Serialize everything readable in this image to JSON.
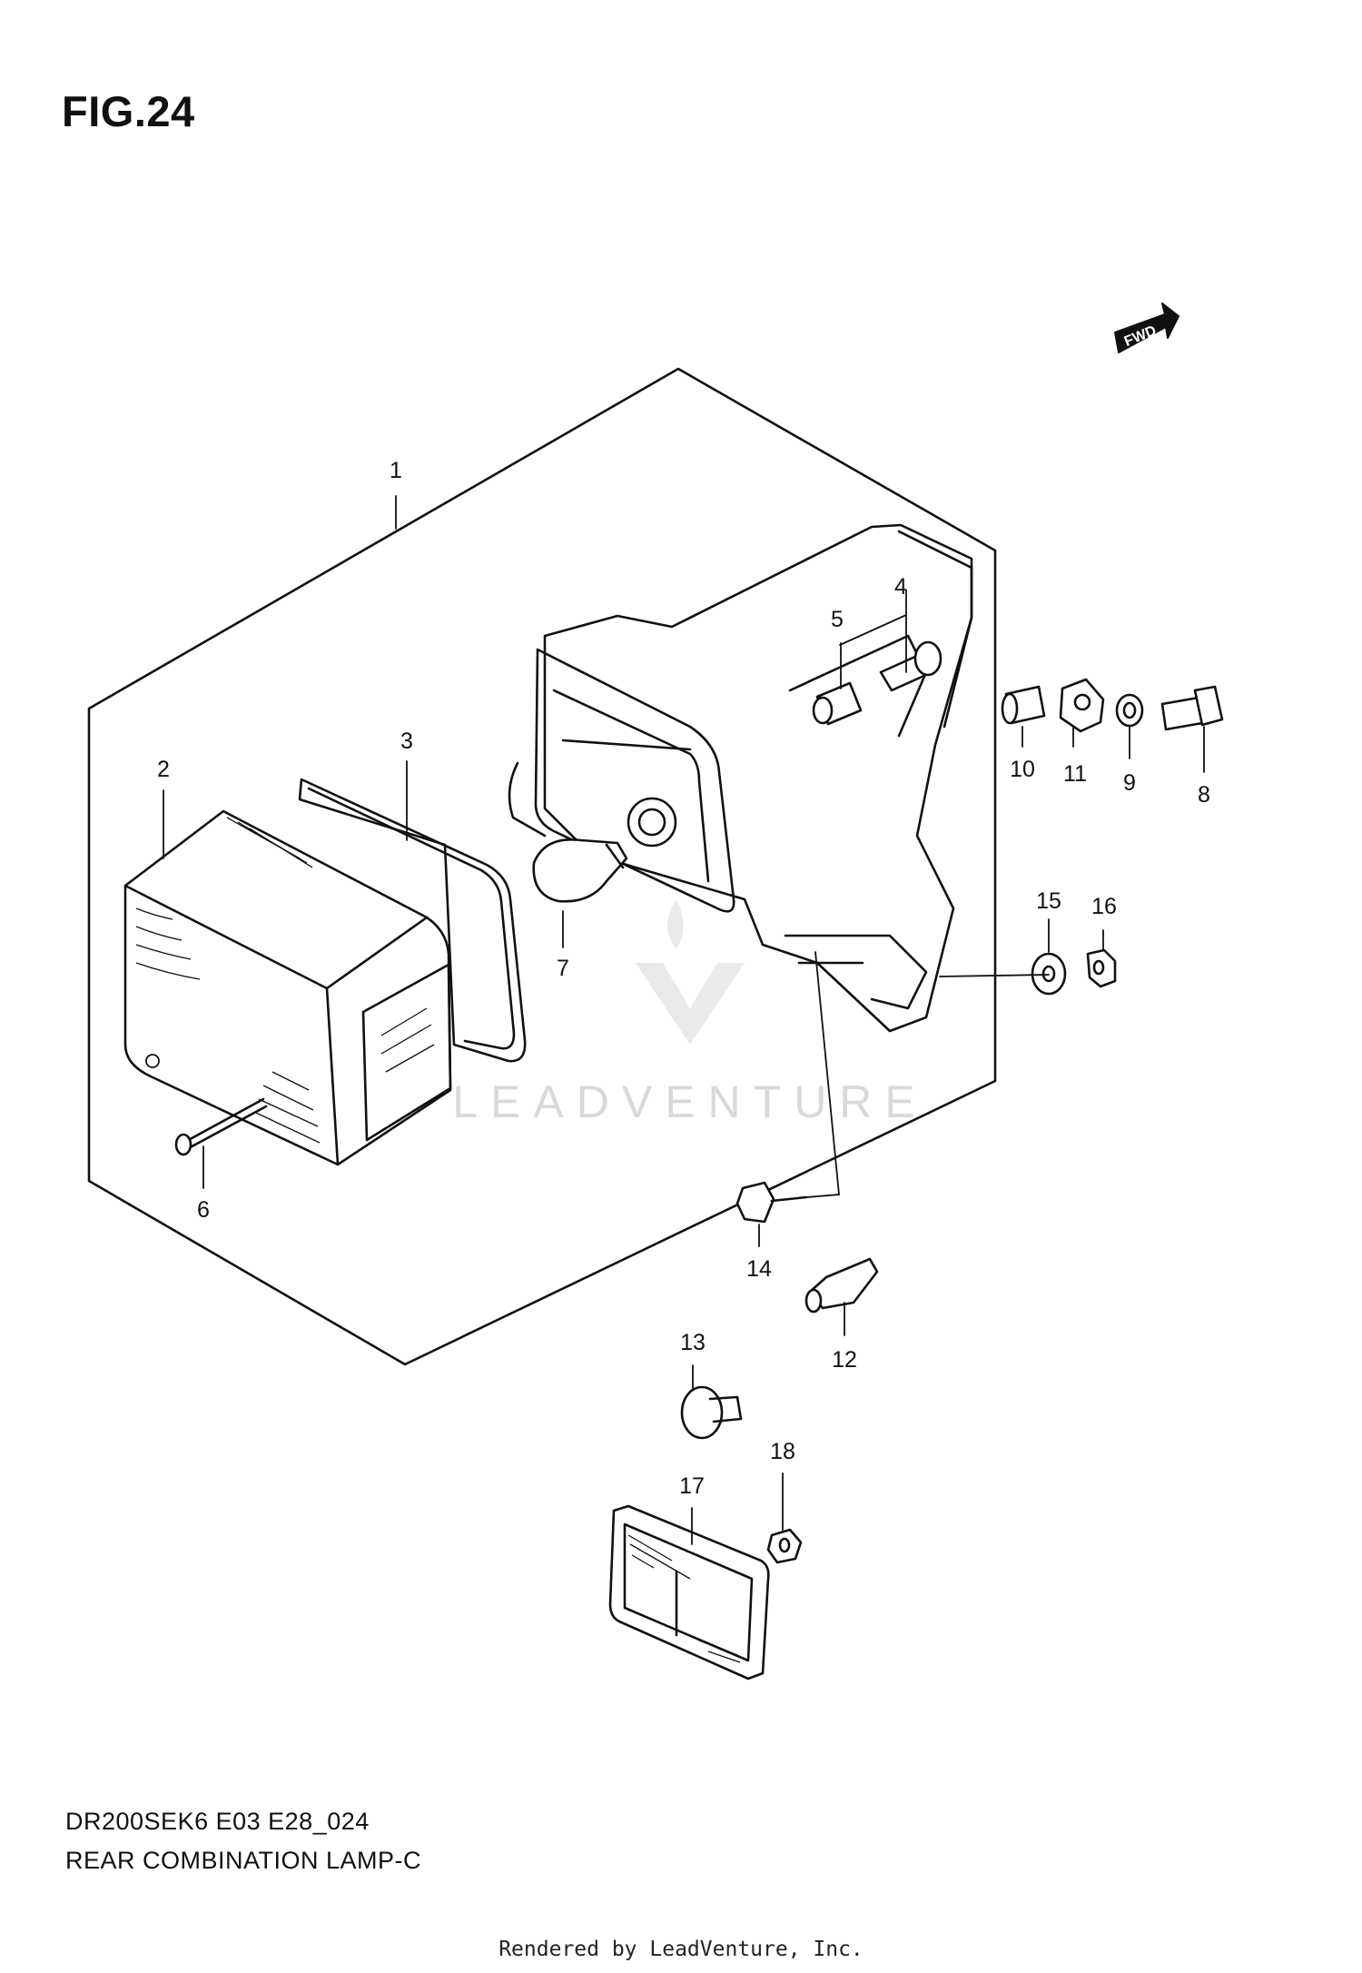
{
  "figure": {
    "title": "FIG.24",
    "fwd_badge": "FWD",
    "watermark": "LEADVENTURE"
  },
  "callouts": {
    "c1": "1",
    "c2": "2",
    "c3": "3",
    "c4": "4",
    "c5": "5",
    "c6": "6",
    "c7": "7",
    "c8": "8",
    "c9": "9",
    "c10": "10",
    "c11": "11",
    "c12": "12",
    "c13": "13",
    "c14": "14",
    "c15": "15",
    "c16": "16",
    "c17": "17",
    "c18": "18"
  },
  "footer": {
    "model_code": "DR200SEK6 E03 E28_024",
    "section_title": "REAR COMBINATION LAMP-C",
    "render_credit": "Rendered by LeadVenture, Inc."
  },
  "icons": {
    "fwd": "forward-arrow-icon",
    "watermark": "leadventure-logo-icon"
  }
}
